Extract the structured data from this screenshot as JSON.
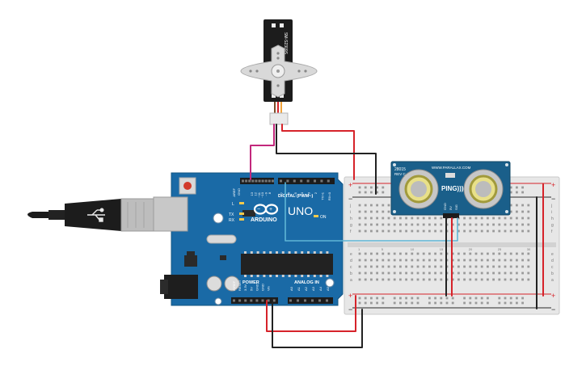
{
  "servo": {
    "model": "SM-S2309S"
  },
  "arduino": {
    "brand": "ARDUINO",
    "model": "UNO",
    "digital_label": "DIGITAL (PWM~)",
    "analog_label": "ANALOG IN",
    "power_label": "POWER",
    "on_label": "ON",
    "led_labels": [
      "L",
      "TX",
      "RX"
    ],
    "aref_labels": [
      "AREF",
      "GND"
    ],
    "digital_pins": [
      "13",
      "12",
      "~11",
      "~10",
      "~9",
      "8",
      "7",
      "~6",
      "~5",
      "4",
      "~3",
      "2",
      "TX>1",
      "RX<0"
    ],
    "power_pins": [
      "IOREF",
      "RESET",
      "3.3V",
      "5V",
      "GND",
      "GND",
      "Vin"
    ],
    "analog_pins": [
      "A0",
      "A1",
      "A2",
      "A3",
      "A4",
      "A5"
    ]
  },
  "sensor": {
    "name": "PING)))",
    "part": "28015",
    "rev": "REV C",
    "website": "WWW.PARALLAX.COM",
    "pin_labels": [
      "GND",
      "5V",
      "SIG"
    ]
  },
  "breadboard": {
    "row_letters_top": [
      "j",
      "i",
      "h",
      "g",
      "f"
    ],
    "row_letters_bottom": [
      "e",
      "d",
      "c",
      "b",
      "a"
    ],
    "column_numbers": [
      "1",
      "5",
      "10",
      "15",
      "20",
      "25",
      "30"
    ]
  },
  "colors": {
    "board": "#1a6aa6",
    "breadboard": "#e7e7e7",
    "wire_red": "#d6232a",
    "wire_black": "#222222",
    "wire_magenta": "#c2287c",
    "wire_cyan": "#5fb6d6",
    "sensor_board": "#1a5f8a"
  }
}
